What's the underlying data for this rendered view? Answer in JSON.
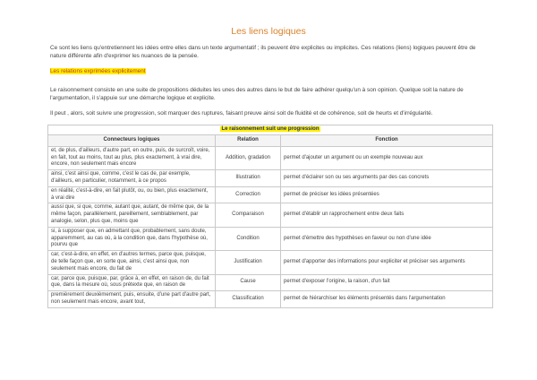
{
  "title": "Les liens logiques",
  "intro": "Ce sont les liens qu'entretiennent les idées entre elles dans un texte argumentatif ; ils peuvent être explicites ou implicites. Ces relations (liens) logiques peuvent être de nature différente afin d'exprimer les nuances de la pensée.",
  "section_heading": "Les relations exprimées explicitement",
  "paragraph1": "Le raisonnement consiste en une suite de propositions déduites les unes des autres dans le but de faire adhérer quelqu'un à son opinion. Quelque soit la nature de l'argumentation, il s'appuie sur une démarche logique et explicite.",
  "paragraph2": "Il peut , alors, soit suivre une progression, soit marquer des ruptures, faisant preuve ainsi soit de fluidité et de cohérence, soit de heurts et d'irrégularité.",
  "table": {
    "caption": "Le raisonnement suit une progression",
    "headers": [
      "Connecteurs logiques",
      "Relation",
      "Fonction"
    ],
    "rows": [
      {
        "connectors": "et, de plus, d'ailleurs, d'autre part, en outre, puis, de surcroît, voire, en fait, tout au moins, tout au plus, plus exactement, à vrai dire, encore, non seulement mais encore",
        "relation": "Addition, gradation",
        "function": "permet d'ajouter un argument ou un exemple nouveau aux"
      },
      {
        "connectors": "ainsi, c'est ainsi que, comme, c'est le cas de, par exemple, d'ailleurs, en particulier, notamment, à ce propos",
        "relation": "Illustration",
        "function": "permet d'éclairer son ou ses arguments par des cas concrets"
      },
      {
        "connectors": "en réalité, c'est-à-dire, en fait plutôt, ou, ou bien, plus exactement, à vrai dire",
        "relation": "Correction",
        "function": "permet de préciser les idées présentées"
      },
      {
        "connectors": "aussi que, si que, comme, autant que, autant, de même que, de la même façon, parallèlement, pareillement, semblablement, par analogie, selon, plus que, moins que",
        "relation": "Comparaison",
        "function": "permet d'établir un rapprochement entre deux faits"
      },
      {
        "connectors": "si, à supposer que, en admettant que, probablement, sans doute, apparemment, au cas où, à la condition que, dans l'hypothèse où, pourvu que",
        "relation": "Condition",
        "function": "permet d'émettre des hypothèses en faveur ou non d'une idée"
      },
      {
        "connectors": "car, c'est-à-dire, en effet, en d'autres termes, parce que, puisque, de telle façon que, en sorte que, ainsi, c'est ainsi que, non seulement mais encore, du fait de",
        "relation": "Justification",
        "function": "permet d'apporter des informations pour expliciter et préciser ses arguments"
      },
      {
        "connectors": "car, parce que, puisque, par, grâce à, en effet, en raison de, du fait que, dans la mesure où, sous prétexte que, en raison de",
        "relation": "Cause",
        "function": "permet d'exposer l'origine, la raison, d'un fait"
      },
      {
        "connectors": "premièrement deuxièmement, puis, ensuite, d'une part d'autre part, non seulement mais encore, avant tout,",
        "relation": "Classification",
        "function": "permet de hiérarchiser les éléments présentés dans l'argumentation"
      }
    ]
  }
}
